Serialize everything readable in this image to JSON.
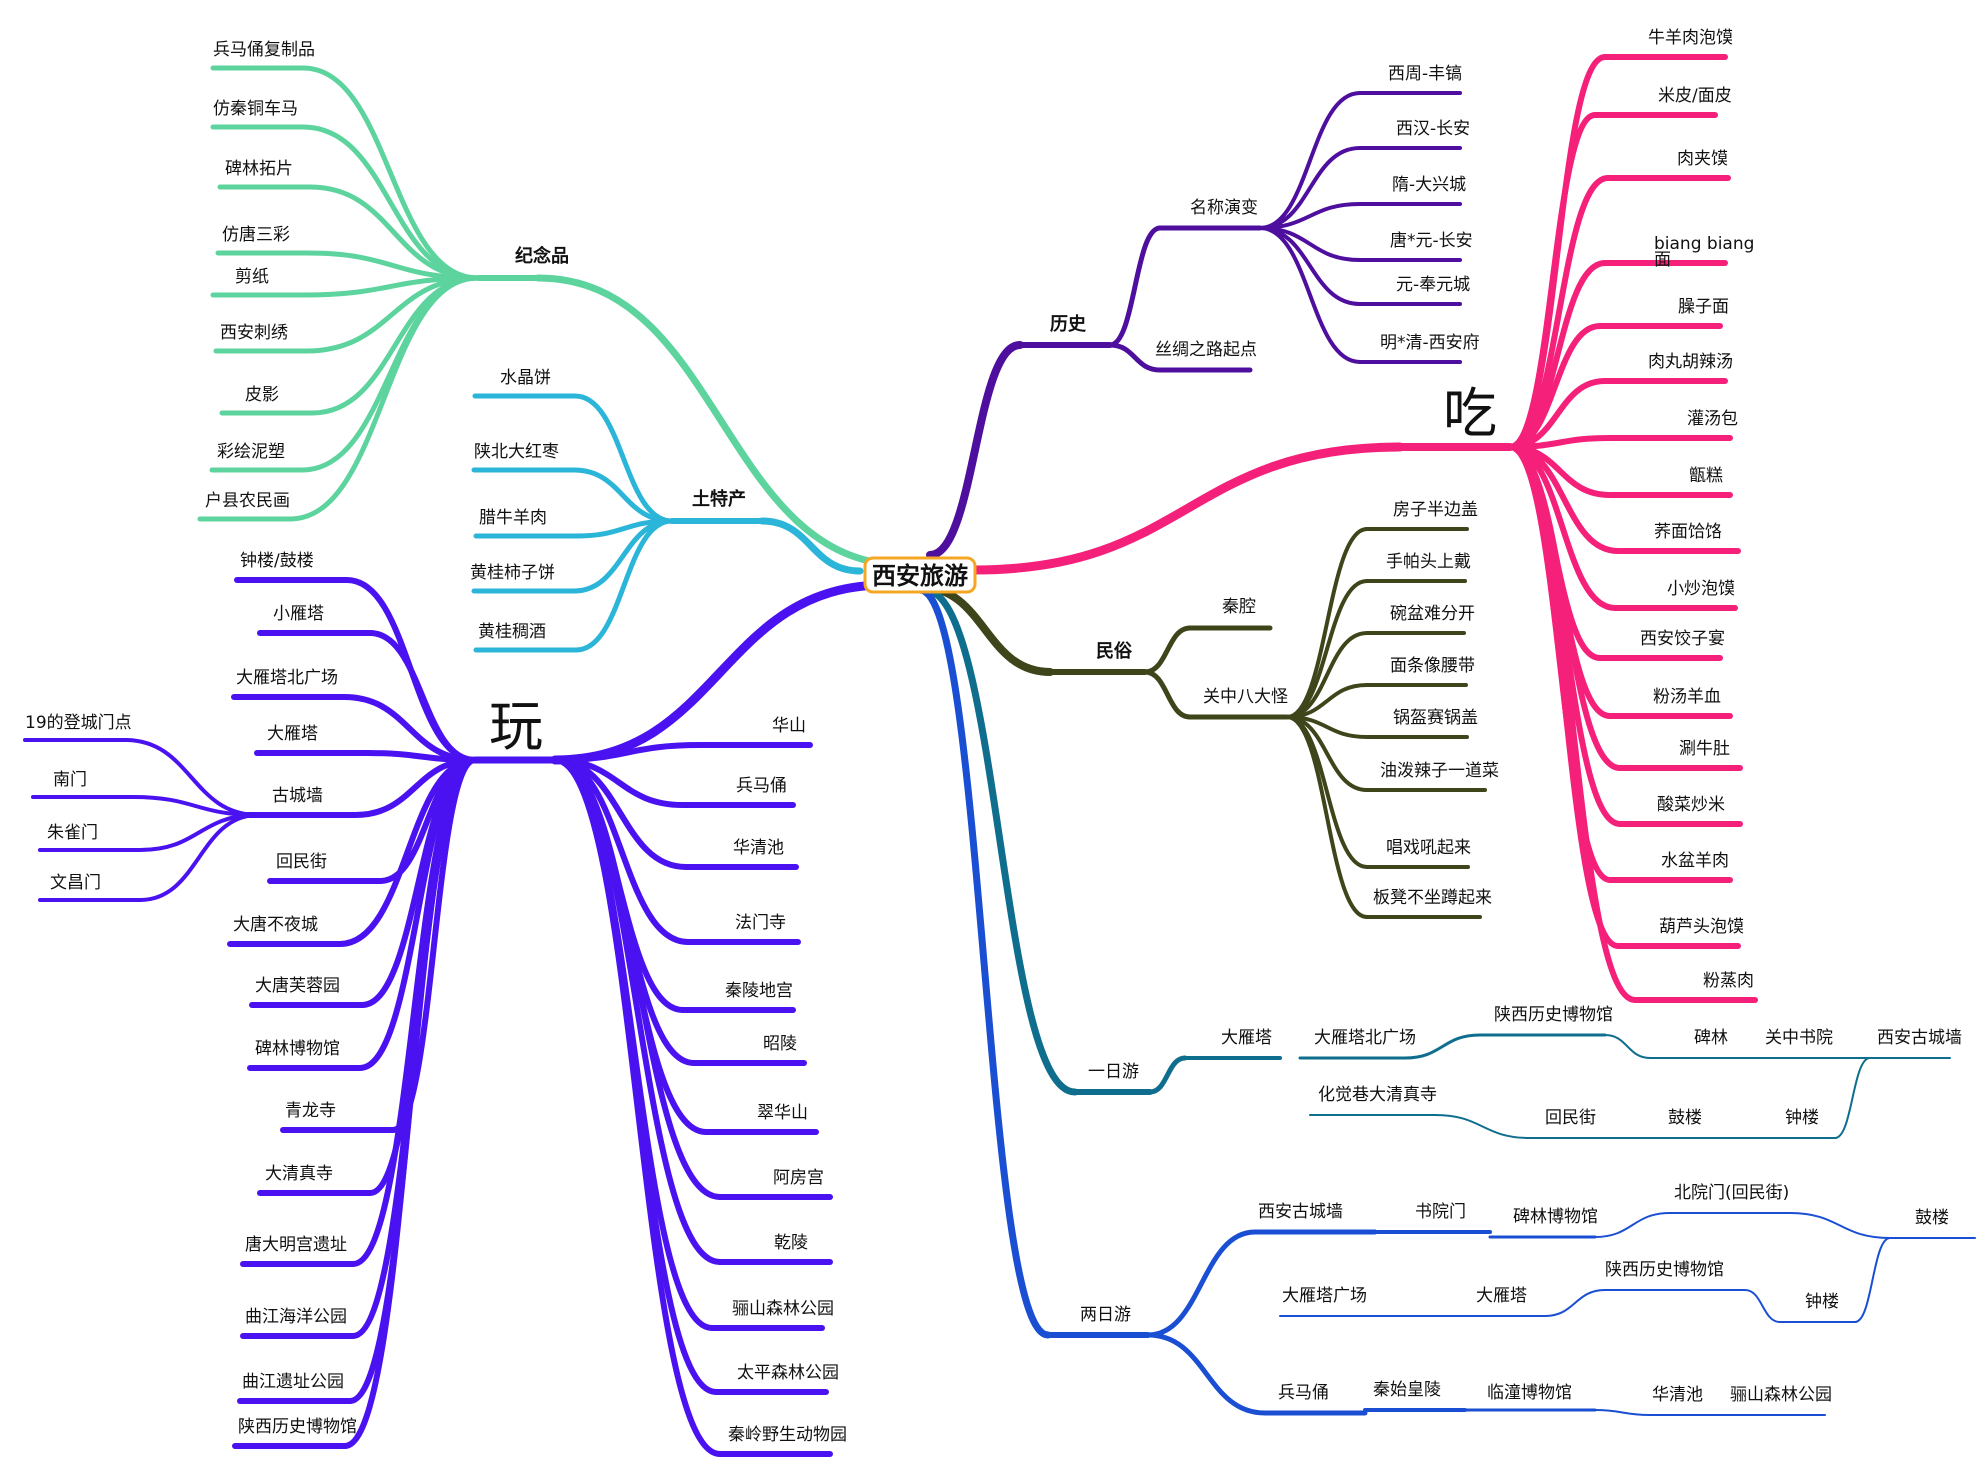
{
  "center": {
    "label": "西安旅游",
    "border_color": "#f5a623"
  },
  "colors": {
    "souvenir": "#5dd39e",
    "specialty": "#2bb5d8",
    "play": "#4a12f0",
    "history": "#4e0e9e",
    "eat": "#f5207a",
    "folk": "#3f451a",
    "one_day": "#0f6e8e",
    "two_day": "#1a4fd4"
  },
  "branches": {
    "souvenir": {
      "label": "纪念品",
      "items": [
        "兵马俑复制品",
        "仿秦铜车马",
        "碑林拓片",
        "仿唐三彩",
        "剪纸",
        "西安刺绣",
        "皮影",
        "彩绘泥塑",
        "户县农民画"
      ]
    },
    "specialty": {
      "label": "土特产",
      "items": [
        "水晶饼",
        "陕北大红枣",
        "腊牛羊肉",
        "黄桂柿子饼",
        "黄桂稠酒"
      ]
    },
    "play": {
      "label": "玩",
      "left_items": [
        "钟楼/鼓楼",
        "小雁塔",
        "大雁塔北广场",
        "大雁塔",
        "古城墙",
        "回民街",
        "大唐不夜城",
        "大唐芙蓉园",
        "碑林博物馆",
        "青龙寺",
        "大清真寺",
        "唐大明宫遗址",
        "曲江海洋公园",
        "曲江遗址公园",
        "陕西历史博物馆"
      ],
      "wall_items": [
        "19的登城门点",
        "南门",
        "朱雀门",
        "文昌门"
      ],
      "right_items": [
        "华山",
        "兵马俑",
        "华清池",
        "法门寺",
        "秦陵地宫",
        "昭陵",
        "翠华山",
        "阿房宫",
        "乾陵",
        "骊山森林公园",
        "太平森林公园",
        "秦岭野生动物园"
      ]
    },
    "history": {
      "label": "历史",
      "name_change": {
        "label": "名称演变",
        "items": [
          "西周-丰镐",
          "西汉-长安",
          "隋-大兴城",
          "唐*元-长安",
          "元-奉元城",
          "明*清-西安府"
        ]
      },
      "silk_road": "丝绸之路起点"
    },
    "eat": {
      "label": "吃",
      "items": [
        "牛羊肉泡馍",
        "米皮/面皮",
        "肉夹馍",
        "biang biang面",
        "臊子面",
        "肉丸胡辣汤",
        "灌汤包",
        "甑糕",
        "荞面饸饹",
        "小炒泡馍",
        "西安饺子宴",
        "粉汤羊血",
        "涮牛肚",
        "酸菜炒米",
        "水盆羊肉",
        "葫芦头泡馍",
        "粉蒸肉"
      ]
    },
    "folk": {
      "label": "民俗",
      "opera": "秦腔",
      "eight": {
        "label": "关中八大怪",
        "items": [
          "房子半边盖",
          "手帕头上戴",
          "碗盆难分开",
          "面条像腰带",
          "锅盔赛锅盖",
          "油泼辣子一道菜",
          "唱戏吼起来",
          "板凳不坐蹲起来"
        ]
      }
    },
    "one_day": {
      "label": "一日游",
      "route1": [
        "大雁塔",
        "大雁塔北广场",
        "陕西历史博物馆",
        "碑林",
        "关中书院"
      ],
      "route2": [
        "化觉巷大清真寺",
        "回民街",
        "鼓楼",
        "钟楼"
      ],
      "end": "西安古城墙"
    },
    "two_day": {
      "label": "两日游",
      "route1": [
        "西安古城墙",
        "书院门",
        "碑林博物馆",
        "北院门(回民街)"
      ],
      "route2": [
        "大雁塔广场",
        "大雁塔",
        "陕西历史博物馆",
        "钟楼"
      ],
      "end": "鼓楼",
      "route3": [
        "兵马俑",
        "秦始皇陵",
        "临潼博物馆",
        "华清池",
        "骊山森林公园"
      ]
    }
  }
}
